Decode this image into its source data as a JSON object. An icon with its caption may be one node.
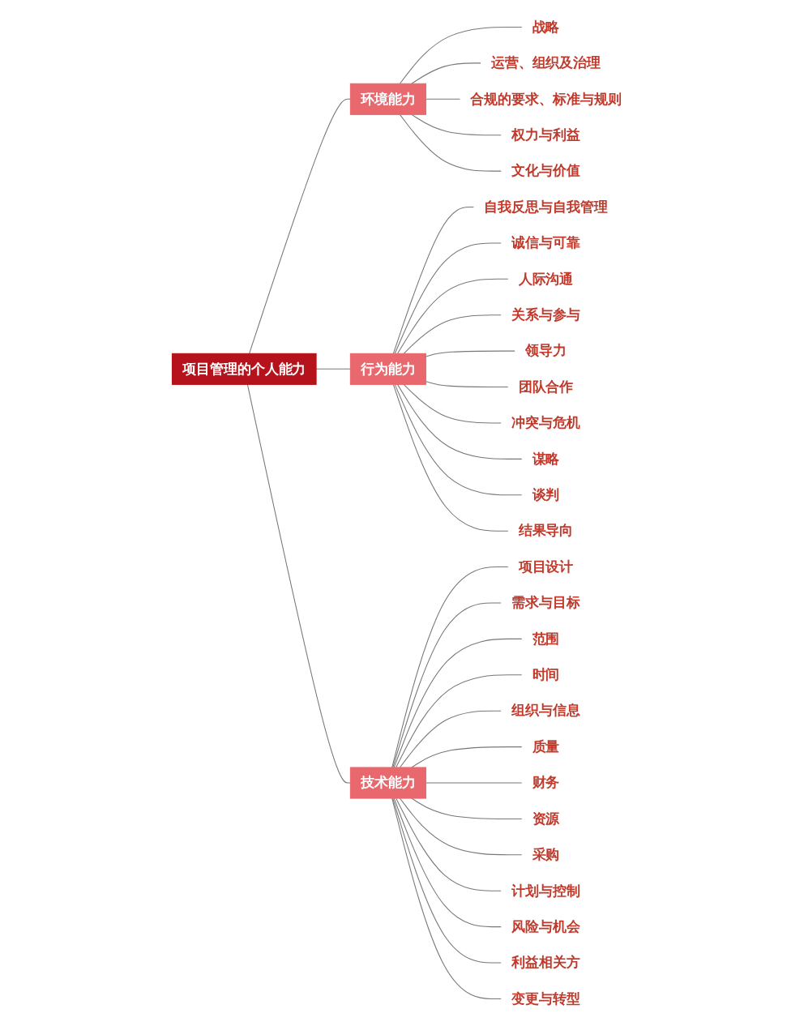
{
  "diagram": {
    "nodes": [
      {
        "text": [
          "项目管理的个人能力"
        ]
      },
      {
        "text": [
          "环境能力"
        ]
      },
      {
        "text": [
          "战略"
        ]
      },
      {
        "text": [
          "运营、组织及治理"
        ]
      },
      {
        "text": [
          "合规的要求、标准与规则"
        ]
      },
      {
        "text": [
          "权力与利益"
        ]
      },
      {
        "text": [
          "文化与价值"
        ]
      },
      {
        "text": [
          "行为能力"
        ]
      },
      {
        "text": [
          "自我反思与自我管理"
        ]
      },
      {
        "text": [
          "诚信与可靠"
        ]
      },
      {
        "text": [
          "人际沟通"
        ]
      },
      {
        "text": [
          "关系与参与"
        ]
      },
      {
        "text": [
          "领导力"
        ]
      },
      {
        "text": [
          "团队合作"
        ]
      },
      {
        "text": [
          "冲突与危机"
        ]
      },
      {
        "text": [
          "谋略"
        ]
      },
      {
        "text": [
          "谈判"
        ]
      },
      {
        "text": [
          "结果导向"
        ]
      },
      {
        "text": [
          "技术能力"
        ]
      },
      {
        "text": [
          "项目设计"
        ]
      },
      {
        "text": [
          "需求与目标"
        ]
      },
      {
        "text": [
          "范围"
        ]
      },
      {
        "text": [
          "时间"
        ]
      },
      {
        "text": [
          "组织与信息"
        ]
      },
      {
        "text": [
          "质量"
        ]
      },
      {
        "text": [
          "财务"
        ]
      },
      {
        "text": [
          "资源"
        ]
      },
      {
        "text": [
          "采购"
        ]
      },
      {
        "text": [
          "计划与控制"
        ]
      },
      {
        "text": [
          "风险与机会"
        ]
      },
      {
        "text": [
          "利益相关方"
        ]
      },
      {
        "text": [
          "变更与转型"
        ]
      }
    ],
    "edges": [
      {
        "from": 0,
        "to": 1,
        "arrow": "none"
      },
      {
        "from": 1,
        "to": 2,
        "arrow": "none"
      },
      {
        "from": 1,
        "to": 3,
        "arrow": "none"
      },
      {
        "from": 1,
        "to": 4,
        "arrow": "none"
      },
      {
        "from": 1,
        "to": 5,
        "arrow": "none"
      },
      {
        "from": 1,
        "to": 6,
        "arrow": "none"
      },
      {
        "from": 0,
        "to": 7,
        "arrow": "none"
      },
      {
        "from": 7,
        "to": 8,
        "arrow": "none"
      },
      {
        "from": 7,
        "to": 9,
        "arrow": "none"
      },
      {
        "from": 7,
        "to": 10,
        "arrow": "none"
      },
      {
        "from": 7,
        "to": 11,
        "arrow": "none"
      },
      {
        "from": 7,
        "to": 12,
        "arrow": "none"
      },
      {
        "from": 7,
        "to": 13,
        "arrow": "none"
      },
      {
        "from": 7,
        "to": 14,
        "arrow": "none"
      },
      {
        "from": 7,
        "to": 15,
        "arrow": "none"
      },
      {
        "from": 7,
        "to": 16,
        "arrow": "none"
      },
      {
        "from": 7,
        "to": 17,
        "arrow": "none"
      },
      {
        "from": 0,
        "to": 18,
        "arrow": "none"
      },
      {
        "from": 18,
        "to": 19,
        "arrow": "none"
      },
      {
        "from": 18,
        "to": 20,
        "arrow": "none"
      },
      {
        "from": 18,
        "to": 21,
        "arrow": "none"
      },
      {
        "from": 18,
        "to": 22,
        "arrow": "none"
      },
      {
        "from": 18,
        "to": 23,
        "arrow": "none"
      },
      {
        "from": 18,
        "to": 24,
        "arrow": "none"
      },
      {
        "from": 18,
        "to": 25,
        "arrow": "none"
      },
      {
        "from": 18,
        "to": 26,
        "arrow": "none"
      },
      {
        "from": 18,
        "to": 27,
        "arrow": "none"
      },
      {
        "from": 18,
        "to": 28,
        "arrow": "none"
      },
      {
        "from": 18,
        "to": 29,
        "arrow": "none"
      },
      {
        "from": 18,
        "to": 30,
        "arrow": "none"
      },
      {
        "from": 18,
        "to": 31,
        "arrow": "none"
      }
    ]
  }
}
